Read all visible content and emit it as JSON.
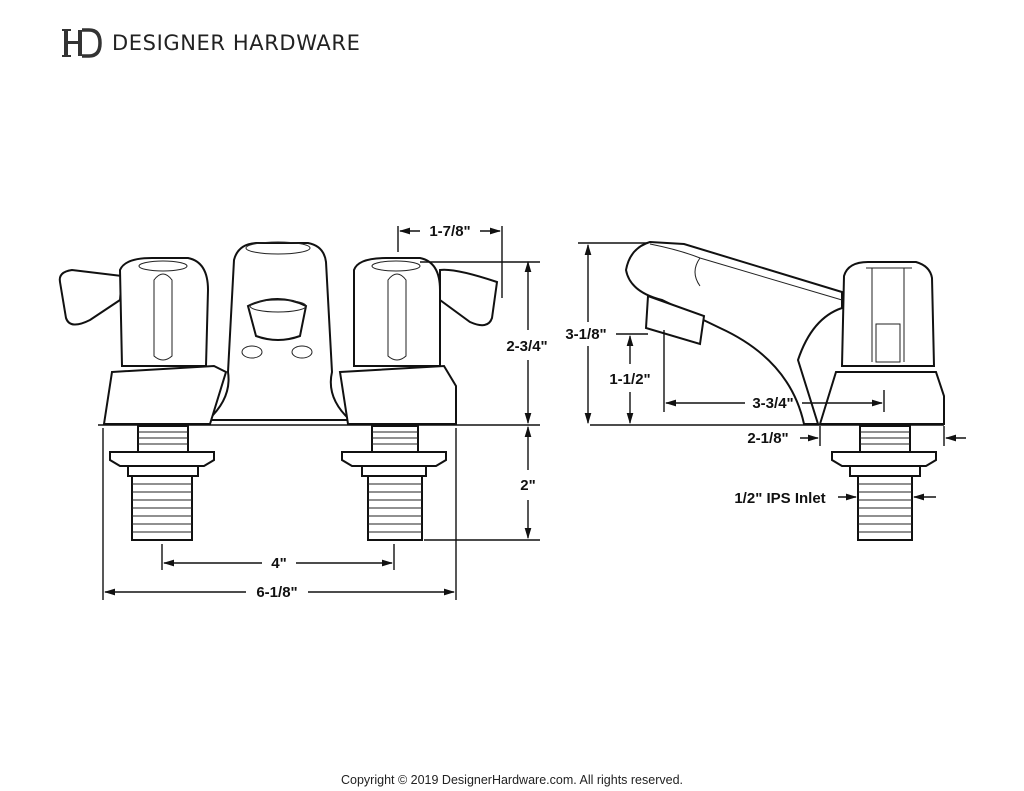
{
  "brand": {
    "name": "DESIGNER HARDWARE",
    "logo_monogram": "HD"
  },
  "dimensions": {
    "front": {
      "handle_offset": "1-7/8\"",
      "height_above_deck": "2-3/4\"",
      "shank_length": "2\"",
      "center_spread": "4\"",
      "overall_width": "6-1/8\""
    },
    "side": {
      "overall_height": "3-1/8\"",
      "spout_height": "1-1/2\"",
      "spout_reach": "3-3/4\"",
      "base_depth": "2-1/8\"",
      "inlet": "1/2\" IPS Inlet"
    }
  },
  "footer": {
    "copyright": "Copyright © 2019 DesignerHardware.com. All rights reserved."
  }
}
